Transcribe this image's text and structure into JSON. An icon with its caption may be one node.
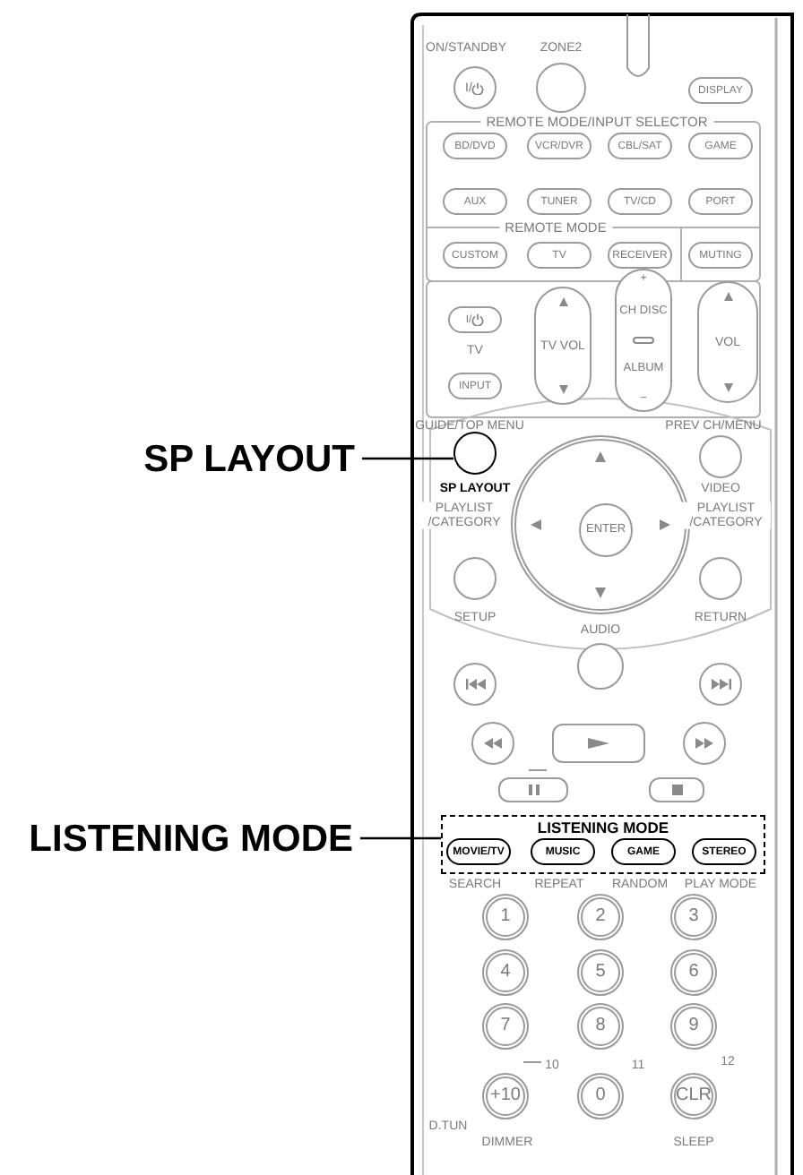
{
  "diagram": {
    "nodes": [
      {
        "text": [
          "SP LAYOUT"
        ]
      },
      {
        "text": [
          "LISTENING MODE"
        ]
      },
      {
        "text": [
          "I/"
        ]
      },
      {
        "text": [],
        "shape": "circle",
        "beside": [
          "ZONE2"
        ]
      },
      {
        "text": [
          "DISPLAY"
        ]
      },
      {
        "text": [
          "BD/DVD"
        ]
      },
      {
        "text": [
          "VCR/DVR"
        ]
      },
      {
        "text": [
          "CBL/SAT"
        ]
      },
      {
        "text": [
          "GAME"
        ]
      },
      {
        "text": [
          "AUX"
        ]
      },
      {
        "text": [
          "TUNER"
        ]
      },
      {
        "text": [
          "TV/CD"
        ]
      },
      {
        "text": [
          "PORT"
        ]
      },
      {
        "text": [
          "CUSTOM"
        ]
      },
      {
        "text": [
          "TV"
        ]
      },
      {
        "text": [
          "RECEIVER"
        ]
      },
      {
        "text": [
          "MUTING"
        ]
      },
      {
        "text": [
          "I/"
        ]
      },
      {
        "text": [
          "TV VOL"
        ]
      },
      {
        "text": [
          "+",
          "CH DISC",
          "ALBUM",
          "−"
        ]
      },
      {
        "text": [
          "VOL"
        ]
      },
      {
        "text": [
          "INPUT"
        ]
      },
      {
        "text": [],
        "shape": "circle",
        "beside": [
          "SP LAYOUT"
        ]
      },
      {
        "text": [],
        "shape": "circle",
        "beside": [
          "VIDEO"
        ]
      },
      {
        "text": [],
        "shape": "circle"
      },
      {
        "text": [
          "ENTER"
        ],
        "in": 24
      },
      {
        "text": [],
        "shape": "circle"
      },
      {
        "text": [],
        "shape": "circle"
      },
      {
        "text": [],
        "shape": "circle",
        "beside": [
          "AUDIO"
        ]
      },
      {
        "text": [],
        "shape": "circle"
      },
      {
        "text": [],
        "shape": "circle"
      },
      {
        "text": [],
        "shape": "circle"
      },
      {
        "text": [],
        "shape": "box"
      },
      {
        "text": [],
        "shape": "circle"
      },
      {
        "text": [],
        "shape": "box"
      },
      {
        "text": [],
        "shape": "box"
      },
      {
        "text": [
          "LISTENING MODE"
        ]
      },
      {
        "text": [
          "MOVIE/TV"
        ],
        "in": 36
      },
      {
        "text": [
          "MUSIC"
        ],
        "in": 36
      },
      {
        "text": [
          "GAME"
        ],
        "in": 36
      },
      {
        "text": [
          "STEREO"
        ],
        "in": 36
      },
      {
        "text": [
          "1"
        ]
      },
      {
        "text": [
          "2"
        ]
      },
      {
        "text": [
          "3"
        ]
      },
      {
        "text": [
          "4"
        ]
      },
      {
        "text": [
          "5"
        ]
      },
      {
        "text": [
          "6"
        ]
      },
      {
        "text": [
          "7"
        ]
      },
      {
        "text": [
          "8"
        ]
      },
      {
        "text": [
          "9"
        ]
      },
      {
        "text": [
          "+10"
        ]
      },
      {
        "text": [
          "0"
        ]
      },
      {
        "text": [
          "CLR"
        ]
      }
    ],
    "edges": [
      {
        "from": 0,
        "to": 22,
        "arrow": "none"
      },
      {
        "from": 1,
        "to": 36,
        "arrow": "none"
      }
    ],
    "labels": [
      "ON/STANDBY",
      "REMOTE MODE/INPUT SELECTOR",
      "REMOTE MODE",
      "TV",
      "GUIDE/TOP MENU",
      "PREV CH/MENU",
      "PLAYLIST /CATEGORY",
      "PLAYLIST /CATEGORY",
      "SETUP",
      "RETURN",
      "SEARCH",
      "REPEAT",
      "RANDOM",
      "PLAY MODE",
      "10",
      "11",
      "12",
      "D.TUN",
      "DIMMER",
      "SLEEP"
    ]
  }
}
